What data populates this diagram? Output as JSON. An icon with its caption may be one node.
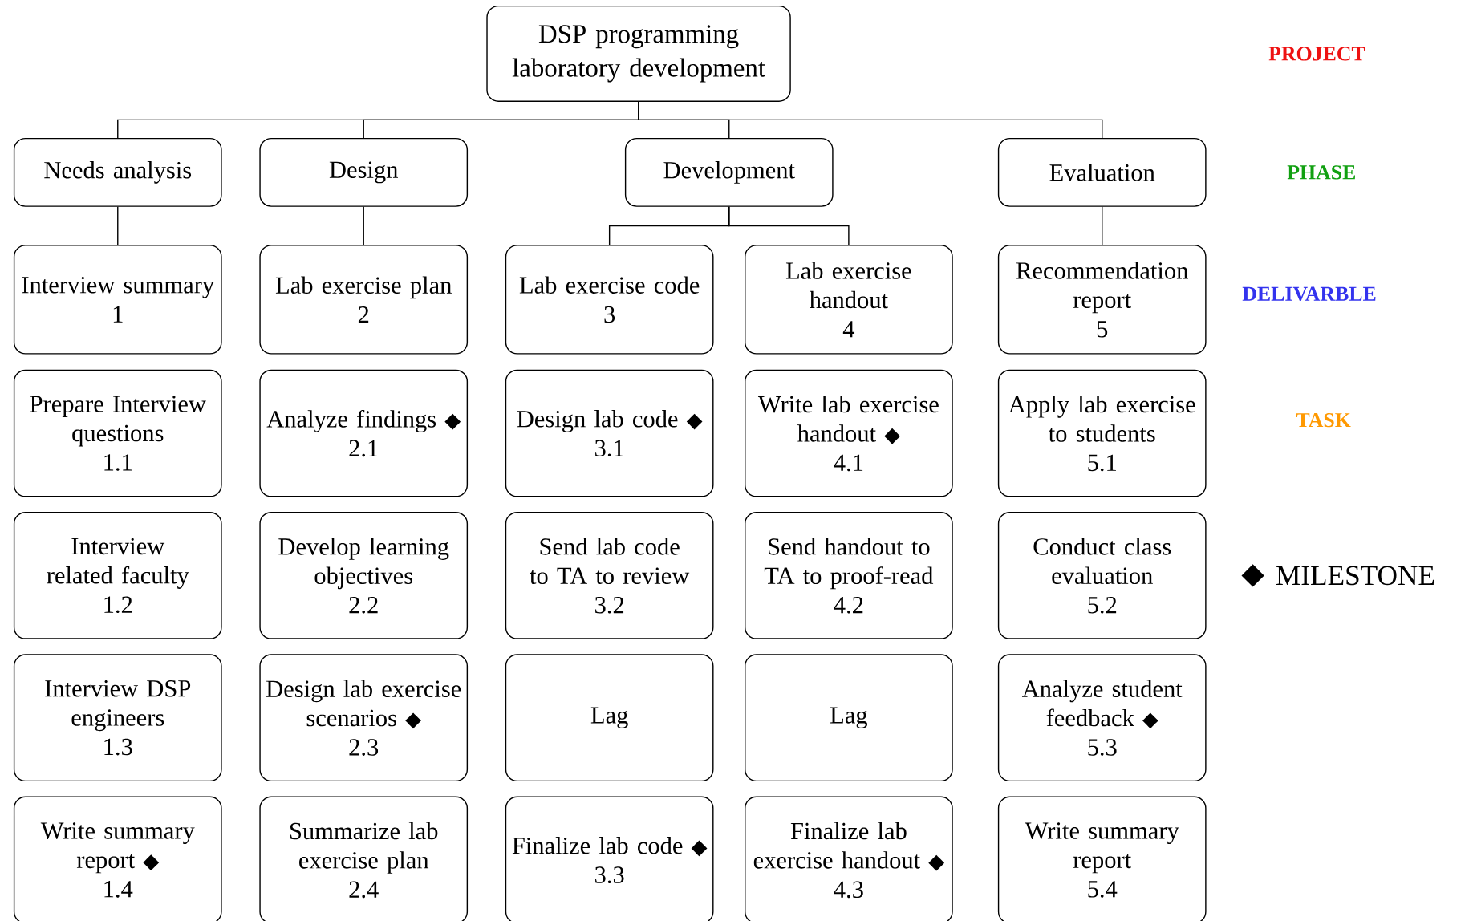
{
  "diagram": {
    "nodes": [
      {
        "text": [
          "DSP programming laboratory development"
        ]
      },
      {
        "text": [
          "Needs analysis"
        ]
      },
      {
        "text": [
          "Design"
        ]
      },
      {
        "text": [
          "Development"
        ]
      },
      {
        "text": [
          "Evaluation"
        ]
      },
      {
        "text": [
          "Interview summary",
          "1"
        ]
      },
      {
        "text": [
          "Lab exercise plan",
          "2"
        ]
      },
      {
        "text": [
          "Lab exercise code",
          "3"
        ]
      },
      {
        "text": [
          "Lab exercise handout",
          "4"
        ]
      },
      {
        "text": [
          "Recommendation report",
          "5"
        ]
      },
      {
        "text": [
          "Prepare Interview questions",
          "1.1"
        ]
      },
      {
        "text": [
          "Analyze findings ◆",
          "2.1"
        ]
      },
      {
        "text": [
          "Design lab code ◆",
          "3.1"
        ]
      },
      {
        "text": [
          "Write lab exercise handout ◆",
          "4.1"
        ]
      },
      {
        "text": [
          "Apply lab exercise to students",
          "5.1"
        ]
      },
      {
        "text": [
          "Interview related faculty",
          "1.2"
        ]
      },
      {
        "text": [
          "Develop learning objectives",
          "2.2"
        ]
      },
      {
        "text": [
          "Send lab code to TA to review",
          "3.2"
        ]
      },
      {
        "text": [
          "Send handout to TA to proof-read",
          "4.2"
        ]
      },
      {
        "text": [
          "Conduct class evaluation",
          "5.2"
        ]
      },
      {
        "text": [
          "Interview DSP engineers",
          "1.3"
        ]
      },
      {
        "text": [
          "Design lab exercise scenarios ◆",
          "2.3"
        ]
      },
      {
        "text": [
          "Lag"
        ]
      },
      {
        "text": [
          "Lag"
        ]
      },
      {
        "text": [
          "Analyze student feedback ◆",
          "5.3"
        ]
      },
      {
        "text": [
          "Write summary report ◆",
          "1.4"
        ]
      },
      {
        "text": [
          "Summarize lab exercise plan",
          "2.4"
        ]
      },
      {
        "text": [
          "Finalize lab code ◆",
          "3.3"
        ]
      },
      {
        "text": [
          "Finalize lab exercise handout ◆",
          "4.3"
        ]
      },
      {
        "text": [
          "Write summary report",
          "5.4"
        ]
      }
    ],
    "edges": [
      {
        "from": 0,
        "to": 1,
        "arrow": "none"
      },
      {
        "from": 0,
        "to": 2,
        "arrow": "none"
      },
      {
        "from": 0,
        "to": 3,
        "arrow": "none"
      },
      {
        "from": 0,
        "to": 4,
        "arrow": "none"
      },
      {
        "from": 1,
        "to": 5,
        "arrow": "none"
      },
      {
        "from": 2,
        "to": 6,
        "arrow": "none"
      },
      {
        "from": 3,
        "to": 7,
        "arrow": "none"
      },
      {
        "from": 3,
        "to": 8,
        "arrow": "none"
      },
      {
        "from": 4,
        "to": 9,
        "arrow": "none"
      }
    ],
    "labels": [
      "PROJECT",
      "PHASE",
      "DELIVARBLE",
      "TASK"
    ],
    "legend": [
      {
        "text": "MILESTONE"
      }
    ]
  }
}
